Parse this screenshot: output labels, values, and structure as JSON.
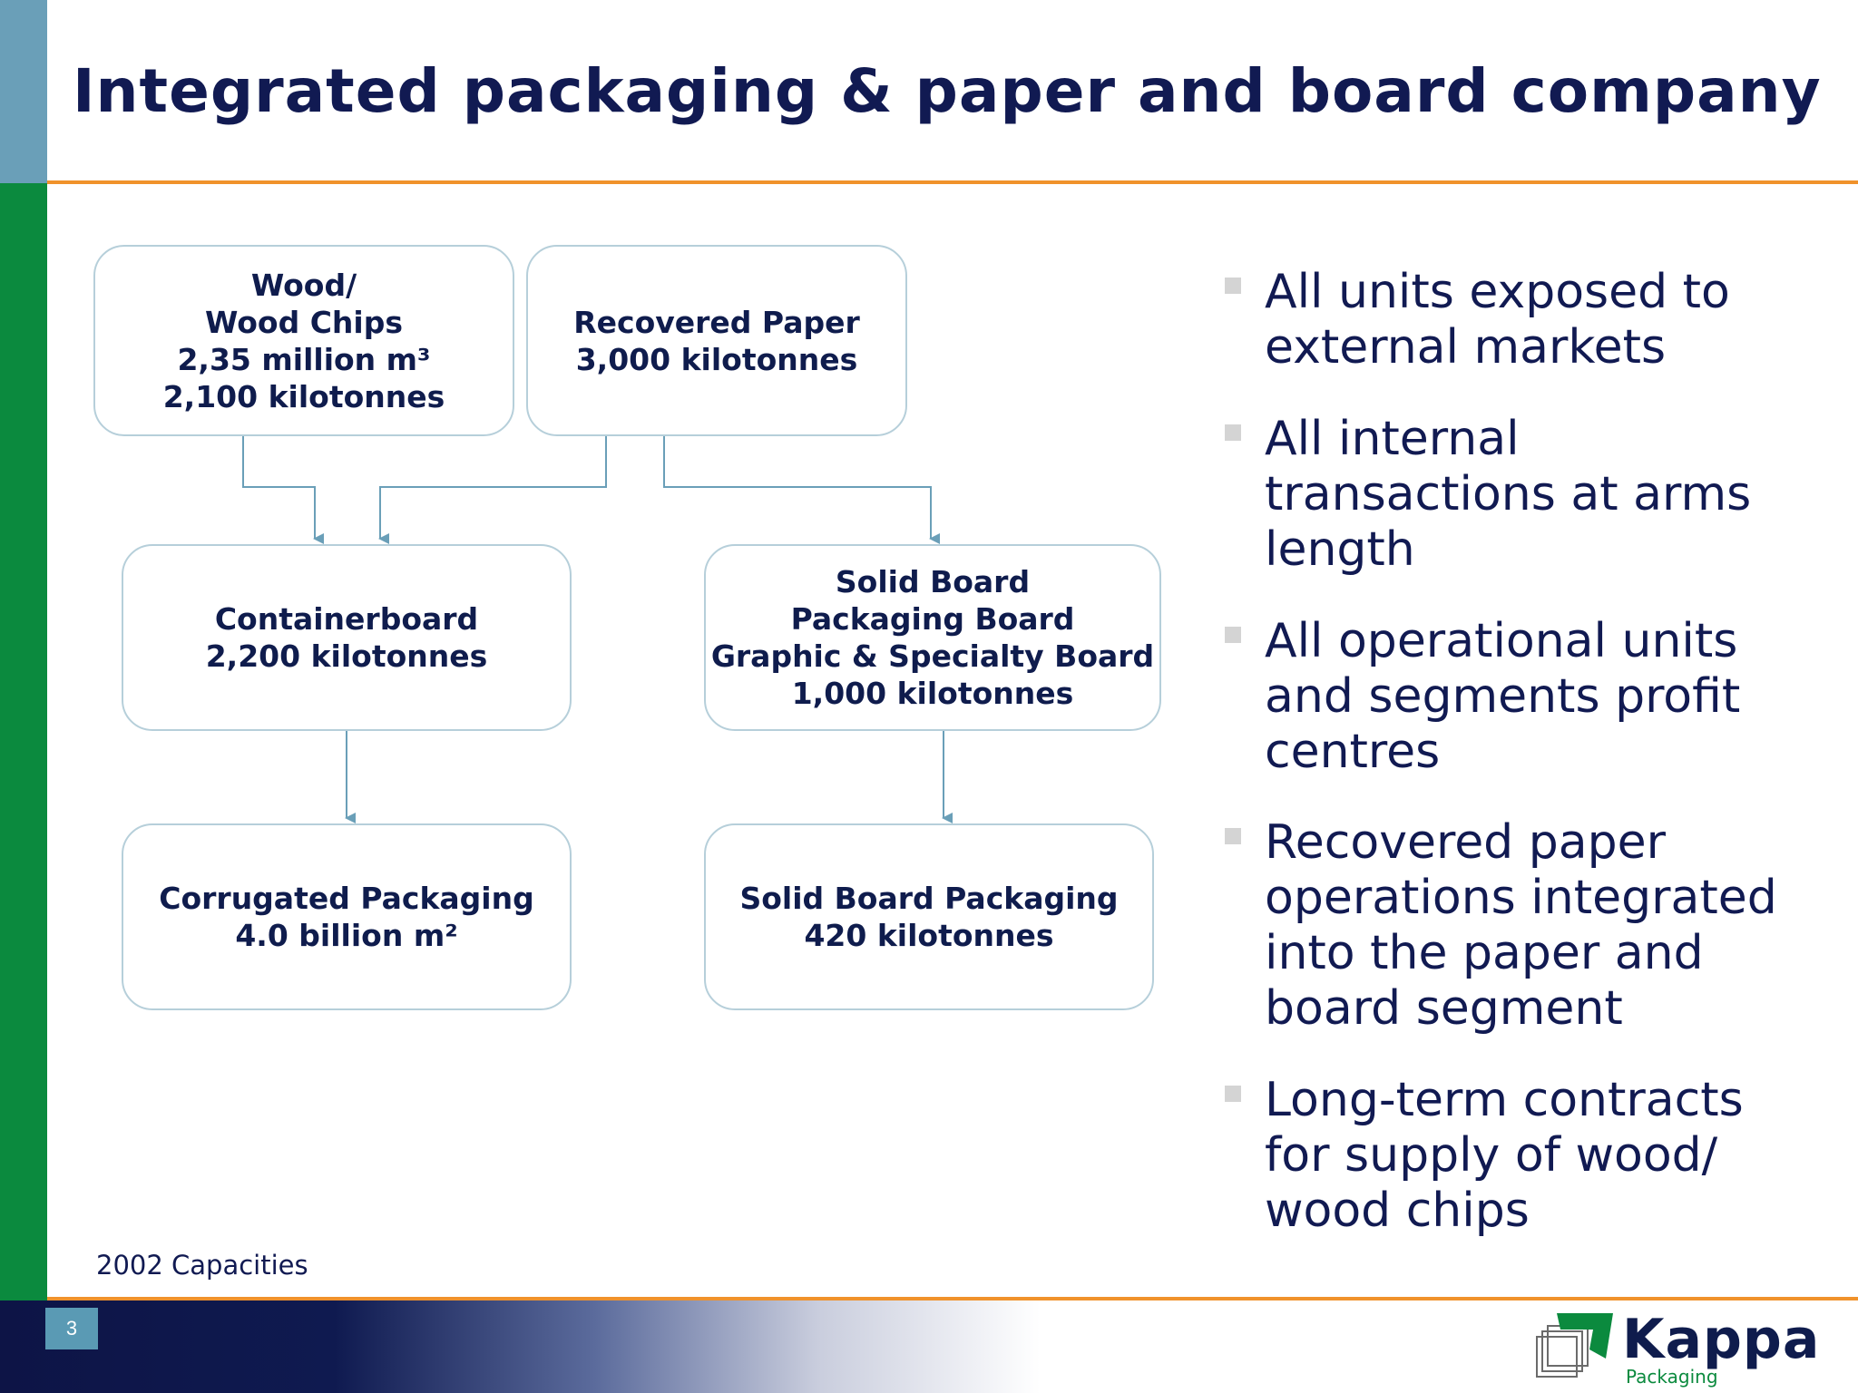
{
  "slide": {
    "title": "Integrated packaging & paper and board company",
    "page_number": "3",
    "caption": "2002 Capacities"
  },
  "diagram": {
    "boxes": {
      "wood": [
        "Wood/",
        "Wood Chips",
        "2,35 million m³",
        "2,100 kilotonnes"
      ],
      "recovered_paper": [
        "Recovered Paper",
        "3,000 kilotonnes"
      ],
      "containerboard": [
        "Containerboard",
        "2,200 kilotonnes"
      ],
      "solid_board": [
        "Solid Board",
        "Packaging Board",
        "Graphic & Specialty Board",
        "1,000 kilotonnes"
      ],
      "corrugated_packaging": [
        "Corrugated Packaging",
        "4.0 billion m²"
      ],
      "solid_board_packaging": [
        "Solid Board Packaging",
        "420  kilotonnes"
      ]
    },
    "edges": [
      {
        "from": "wood",
        "to": "containerboard"
      },
      {
        "from": "recovered_paper",
        "to": "containerboard"
      },
      {
        "from": "recovered_paper",
        "to": "solid_board"
      },
      {
        "from": "containerboard",
        "to": "corrugated_packaging"
      },
      {
        "from": "solid_board",
        "to": "solid_board_packaging"
      }
    ]
  },
  "bullets": [
    {
      "lines": [
        "All units exposed to",
        "external markets"
      ]
    },
    {
      "lines": [
        "All internal",
        "transactions at arms",
        "length"
      ]
    },
    {
      "lines": [
        "All operational units",
        "and segments profit",
        "centres"
      ]
    },
    {
      "lines": [
        "Recovered paper",
        "operations integrated",
        "into the paper and",
        "board segment"
      ]
    },
    {
      "lines": [
        "Long-term contracts",
        "for supply of wood/",
        "wood chips"
      ]
    }
  ],
  "logo": {
    "name": "Kappa",
    "subtitle": "Packaging",
    "colors": {
      "green": "#0b8a3e",
      "navy": "#0f1c4d"
    }
  },
  "colors": {
    "accent_orange": "#f0922b",
    "left_bar_blue": "#6a9fb8",
    "left_bar_green": "#0b8a3e",
    "box_border": "#b6cfda",
    "connector": "#6a9fb8",
    "title_navy": "#111a52"
  }
}
